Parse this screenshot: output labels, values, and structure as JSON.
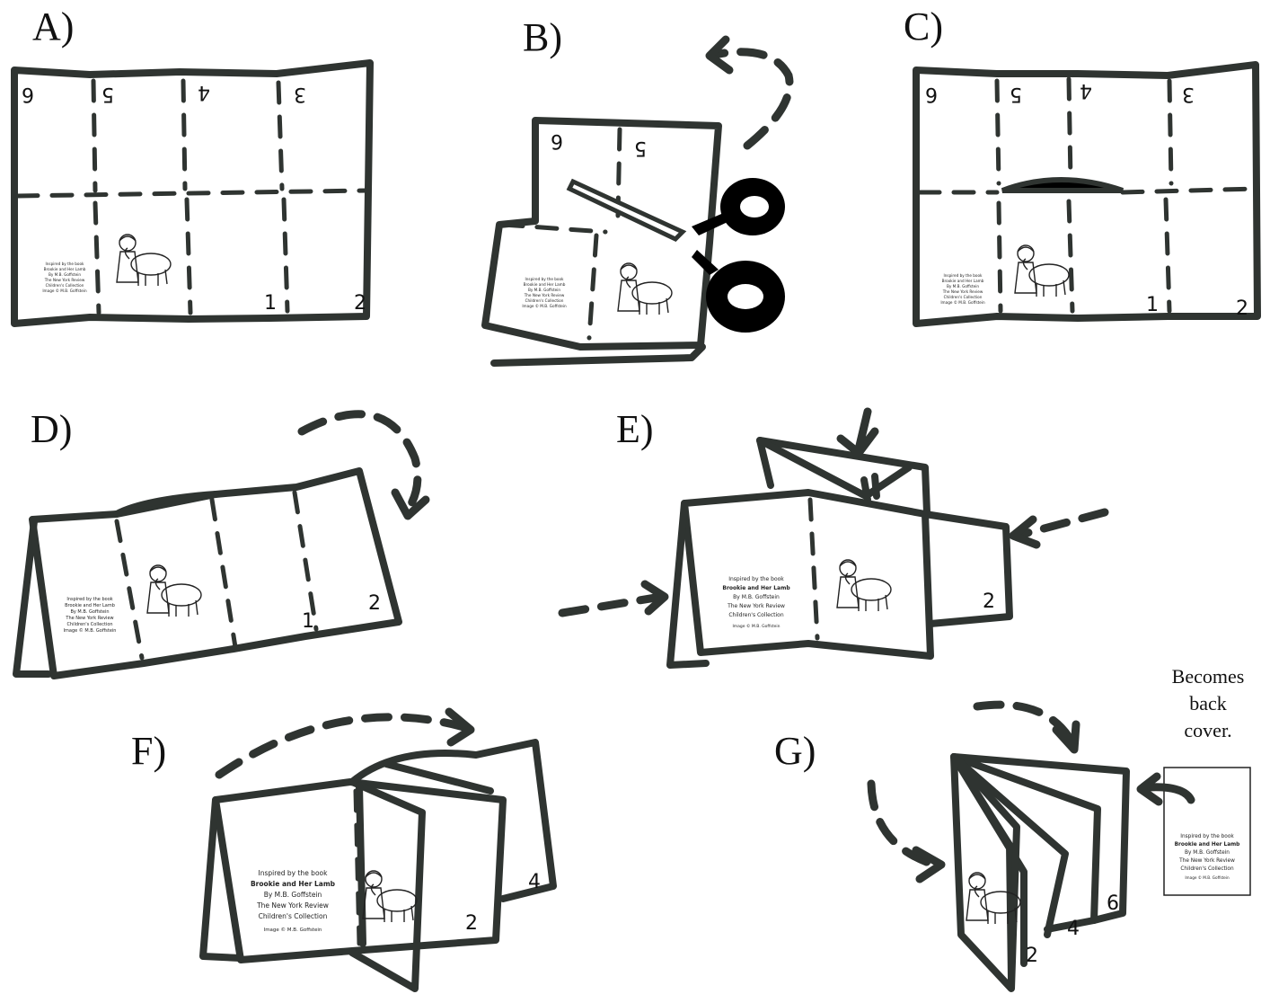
{
  "steps": [
    {
      "label": "A)"
    },
    {
      "label": "B)"
    },
    {
      "label": "C)"
    },
    {
      "label": "D)"
    },
    {
      "label": "E)"
    },
    {
      "label": "F)"
    },
    {
      "label": "G)"
    }
  ],
  "page_numbers": {
    "one": "1",
    "two": "2",
    "three": "3",
    "four": "4",
    "five": "5",
    "six": "6"
  },
  "cover": {
    "line1": "Inspired by the book",
    "line2": "Brookie and Her Lamb",
    "line3": "By M.B. Goffstein",
    "line4": "The New York Review",
    "line5": "Children's Collection",
    "line6": "Image © M.B. Goffstein"
  },
  "back_cover_note": {
    "line1": "Becomes",
    "line2": "back",
    "line3": "cover."
  }
}
